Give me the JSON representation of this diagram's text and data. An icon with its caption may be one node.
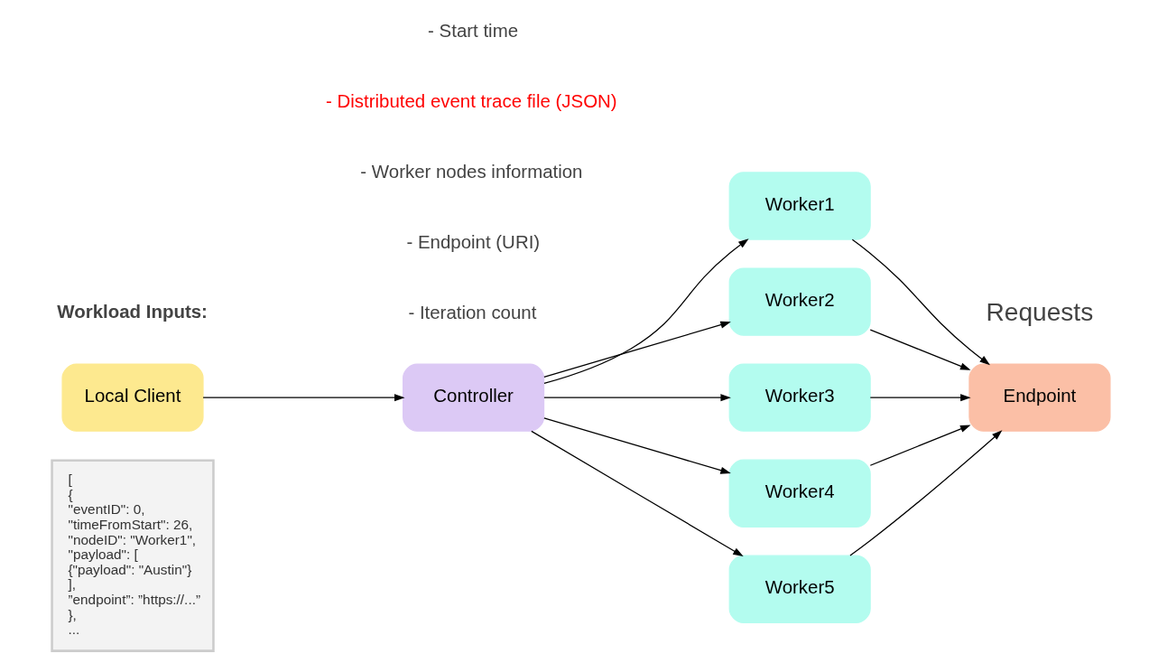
{
  "diagram": {
    "nodes": [
      {
        "text": [
          "Local Client"
        ]
      },
      {
        "text": [
          "Controller"
        ]
      },
      {
        "text": [
          "Worker1"
        ]
      },
      {
        "text": [
          "Worker2"
        ]
      },
      {
        "text": [
          "Worker3"
        ]
      },
      {
        "text": [
          "Worker4"
        ]
      },
      {
        "text": [
          "Worker5"
        ]
      },
      {
        "text": [
          "Endpoint"
        ]
      },
      {
        "text": [
          "[",
          "{",
          "\"eventID\": 0,",
          "\"timeFromStart\": 26,",
          "\"nodeID\": \"Worker1\",",
          "\"payload\": [",
          "{\"payload\": \"Austin\"}",
          "],",
          "”endpoint”: ”https://...”",
          "},",
          "..."
        ]
      }
    ],
    "edges": [
      {
        "from": 0,
        "to": 1,
        "arrow": "to"
      },
      {
        "from": 1,
        "to": 2,
        "arrow": "to"
      },
      {
        "from": 1,
        "to": 3,
        "arrow": "to"
      },
      {
        "from": 1,
        "to": 4,
        "arrow": "to"
      },
      {
        "from": 1,
        "to": 5,
        "arrow": "to"
      },
      {
        "from": 1,
        "to": 6,
        "arrow": "to"
      },
      {
        "from": 2,
        "to": 7,
        "arrow": "to"
      },
      {
        "from": 3,
        "to": 7,
        "arrow": "to"
      },
      {
        "from": 4,
        "to": 7,
        "arrow": "to"
      },
      {
        "from": 5,
        "to": 7,
        "arrow": "to"
      },
      {
        "from": 6,
        "to": 7,
        "arrow": "to"
      }
    ],
    "labels": [
      "Workload Inputs:",
      "- Start time",
      "- Distributed event trace file (JSON)",
      "- Worker nodes information",
      "- Endpoint (URI)",
      "- Iteration count",
      "Requests"
    ]
  }
}
